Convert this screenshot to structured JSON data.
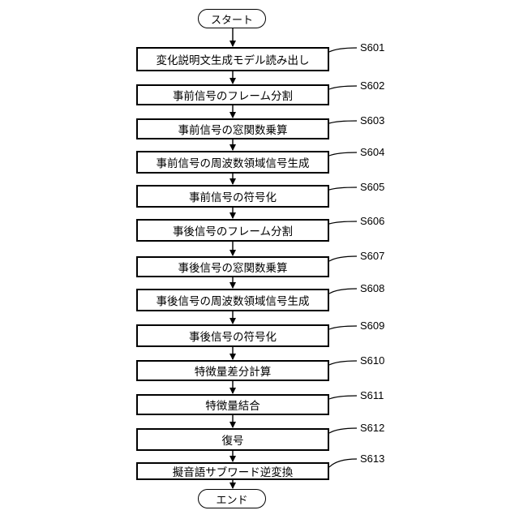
{
  "start": "スタート",
  "end": "エンド",
  "steps": [
    {
      "id": "S601",
      "label": "変化説明文生成モデル読み出し"
    },
    {
      "id": "S602",
      "label": "事前信号のフレーム分割"
    },
    {
      "id": "S603",
      "label": "事前信号の窓関数乗算"
    },
    {
      "id": "S604",
      "label": "事前信号の周波数領域信号生成"
    },
    {
      "id": "S605",
      "label": "事前信号の符号化"
    },
    {
      "id": "S606",
      "label": "事後信号のフレーム分割"
    },
    {
      "id": "S607",
      "label": "事後信号の窓関数乗算"
    },
    {
      "id": "S608",
      "label": "事後信号の周波数領域信号生成"
    },
    {
      "id": "S609",
      "label": "事後信号の符号化"
    },
    {
      "id": "S610",
      "label": "特徴量差分計算"
    },
    {
      "id": "S611",
      "label": "特徴量結合"
    },
    {
      "id": "S612",
      "label": "復号"
    },
    {
      "id": "S613",
      "label": "擬音語サブワード逆変換"
    }
  ]
}
